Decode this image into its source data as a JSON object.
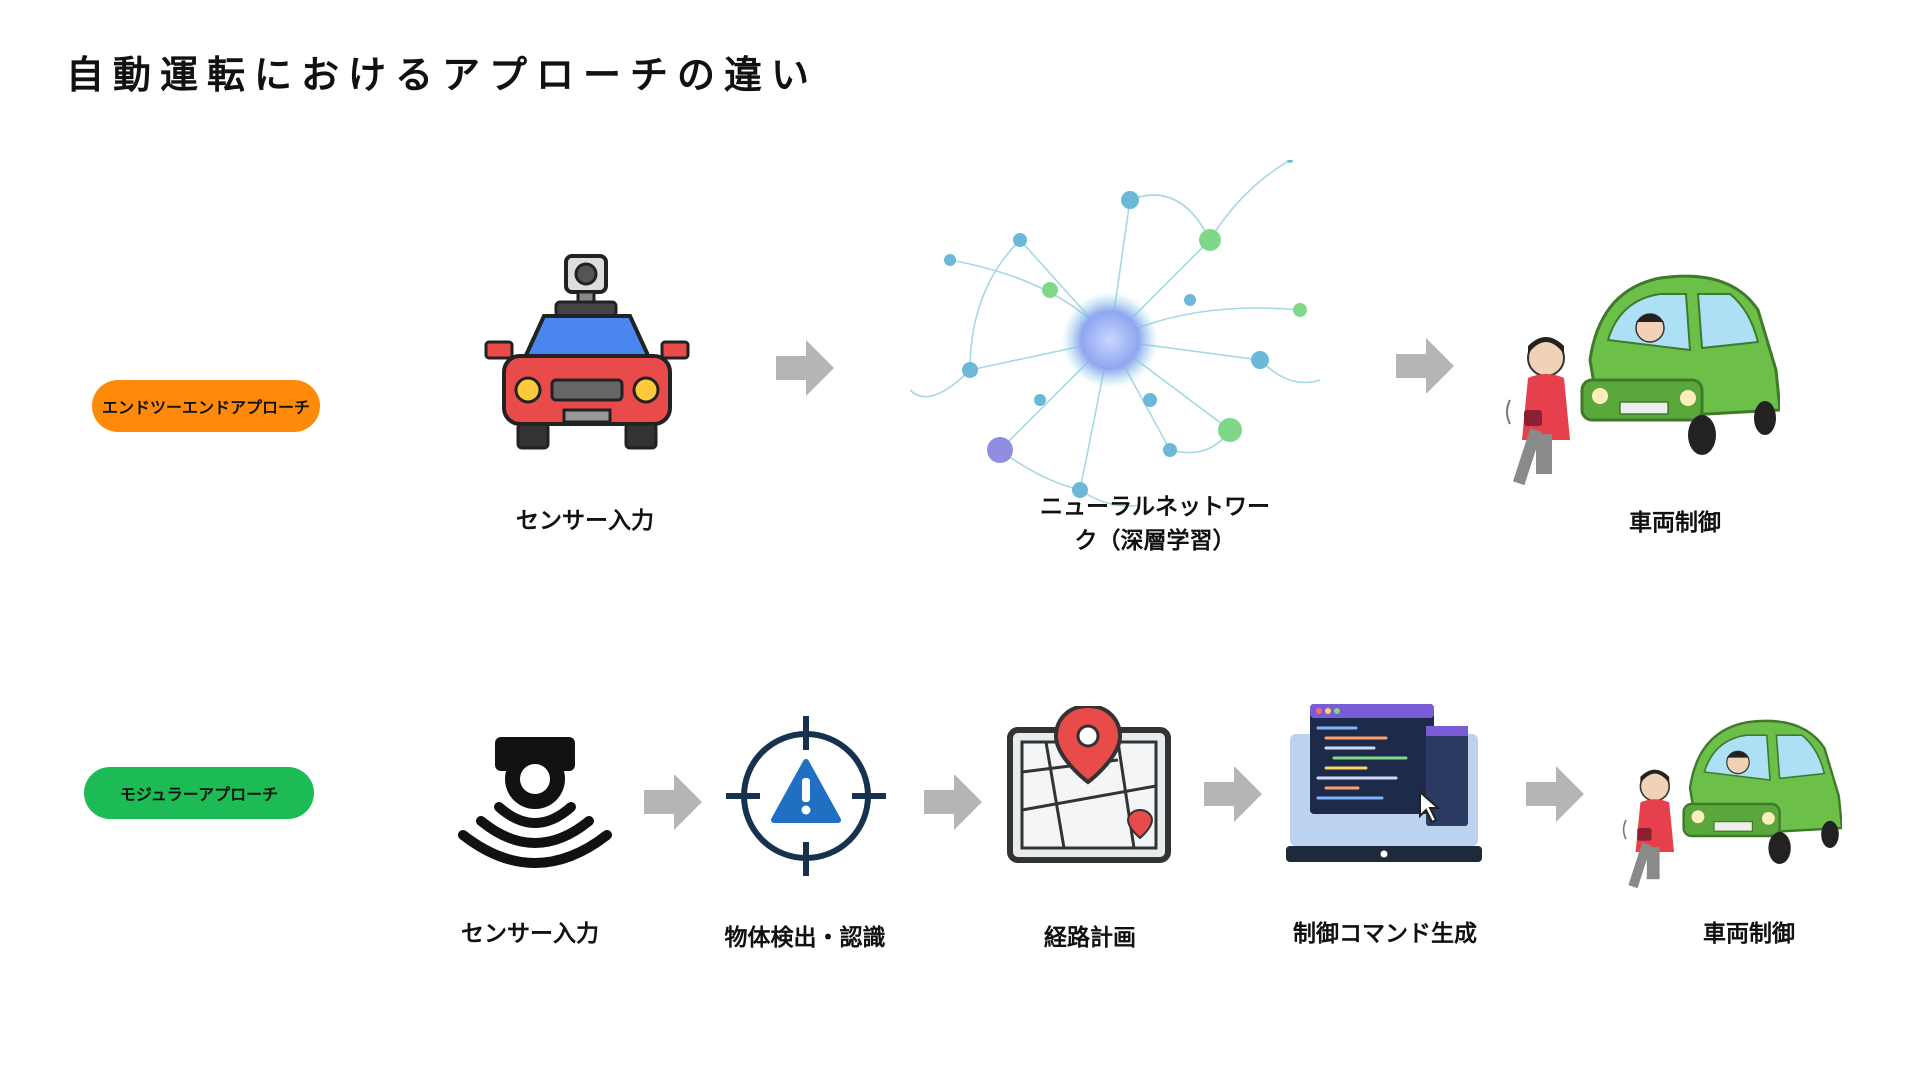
{
  "title": "自動運転におけるアプローチの違い",
  "rows": {
    "end_to_end": {
      "label": "エンドツーエンドアプローチ",
      "color": "#ff8a0a",
      "steps": [
        "センサー入力",
        "ニューラルネットワーク（深層学習）",
        "車両制御"
      ]
    },
    "modular": {
      "label": "モジュラーアプローチ",
      "color": "#1dbb55",
      "steps": [
        "センサー入力",
        "物体検出・認識",
        "経路計画",
        "制御コマンド生成",
        "車両制御"
      ]
    }
  },
  "icons": {
    "car_sensor": "car-with-sensor-icon",
    "neural": "neural-network-icon",
    "vehicle_control": "car-and-pedestrian-icon",
    "sensor": "sensor-waves-icon",
    "detection": "target-warning-icon",
    "map": "map-pin-icon",
    "code": "code-window-icon",
    "arrow": "gray-arrow-icon"
  },
  "colors": {
    "arrow": "#b5b5b5",
    "car_body": "#e94a4a",
    "car_top": "#4a86f0",
    "green_car": "#6cc04a"
  }
}
